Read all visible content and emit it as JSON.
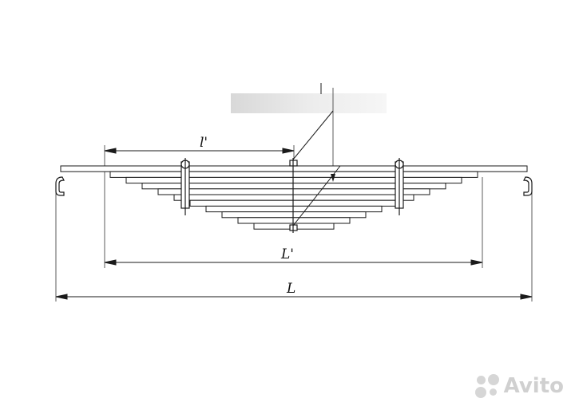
{
  "diagram": {
    "labels": {
      "small_span": "l'",
      "inner_span": "L'",
      "total_length": "L"
    },
    "leaf_count": 11,
    "colors": {
      "line": "#1a1a1a",
      "leaf_fill": "#ffffff",
      "redaction": "#dcdcdc"
    }
  },
  "watermark": {
    "text": "Avito",
    "icon": "avito-dots-icon"
  }
}
